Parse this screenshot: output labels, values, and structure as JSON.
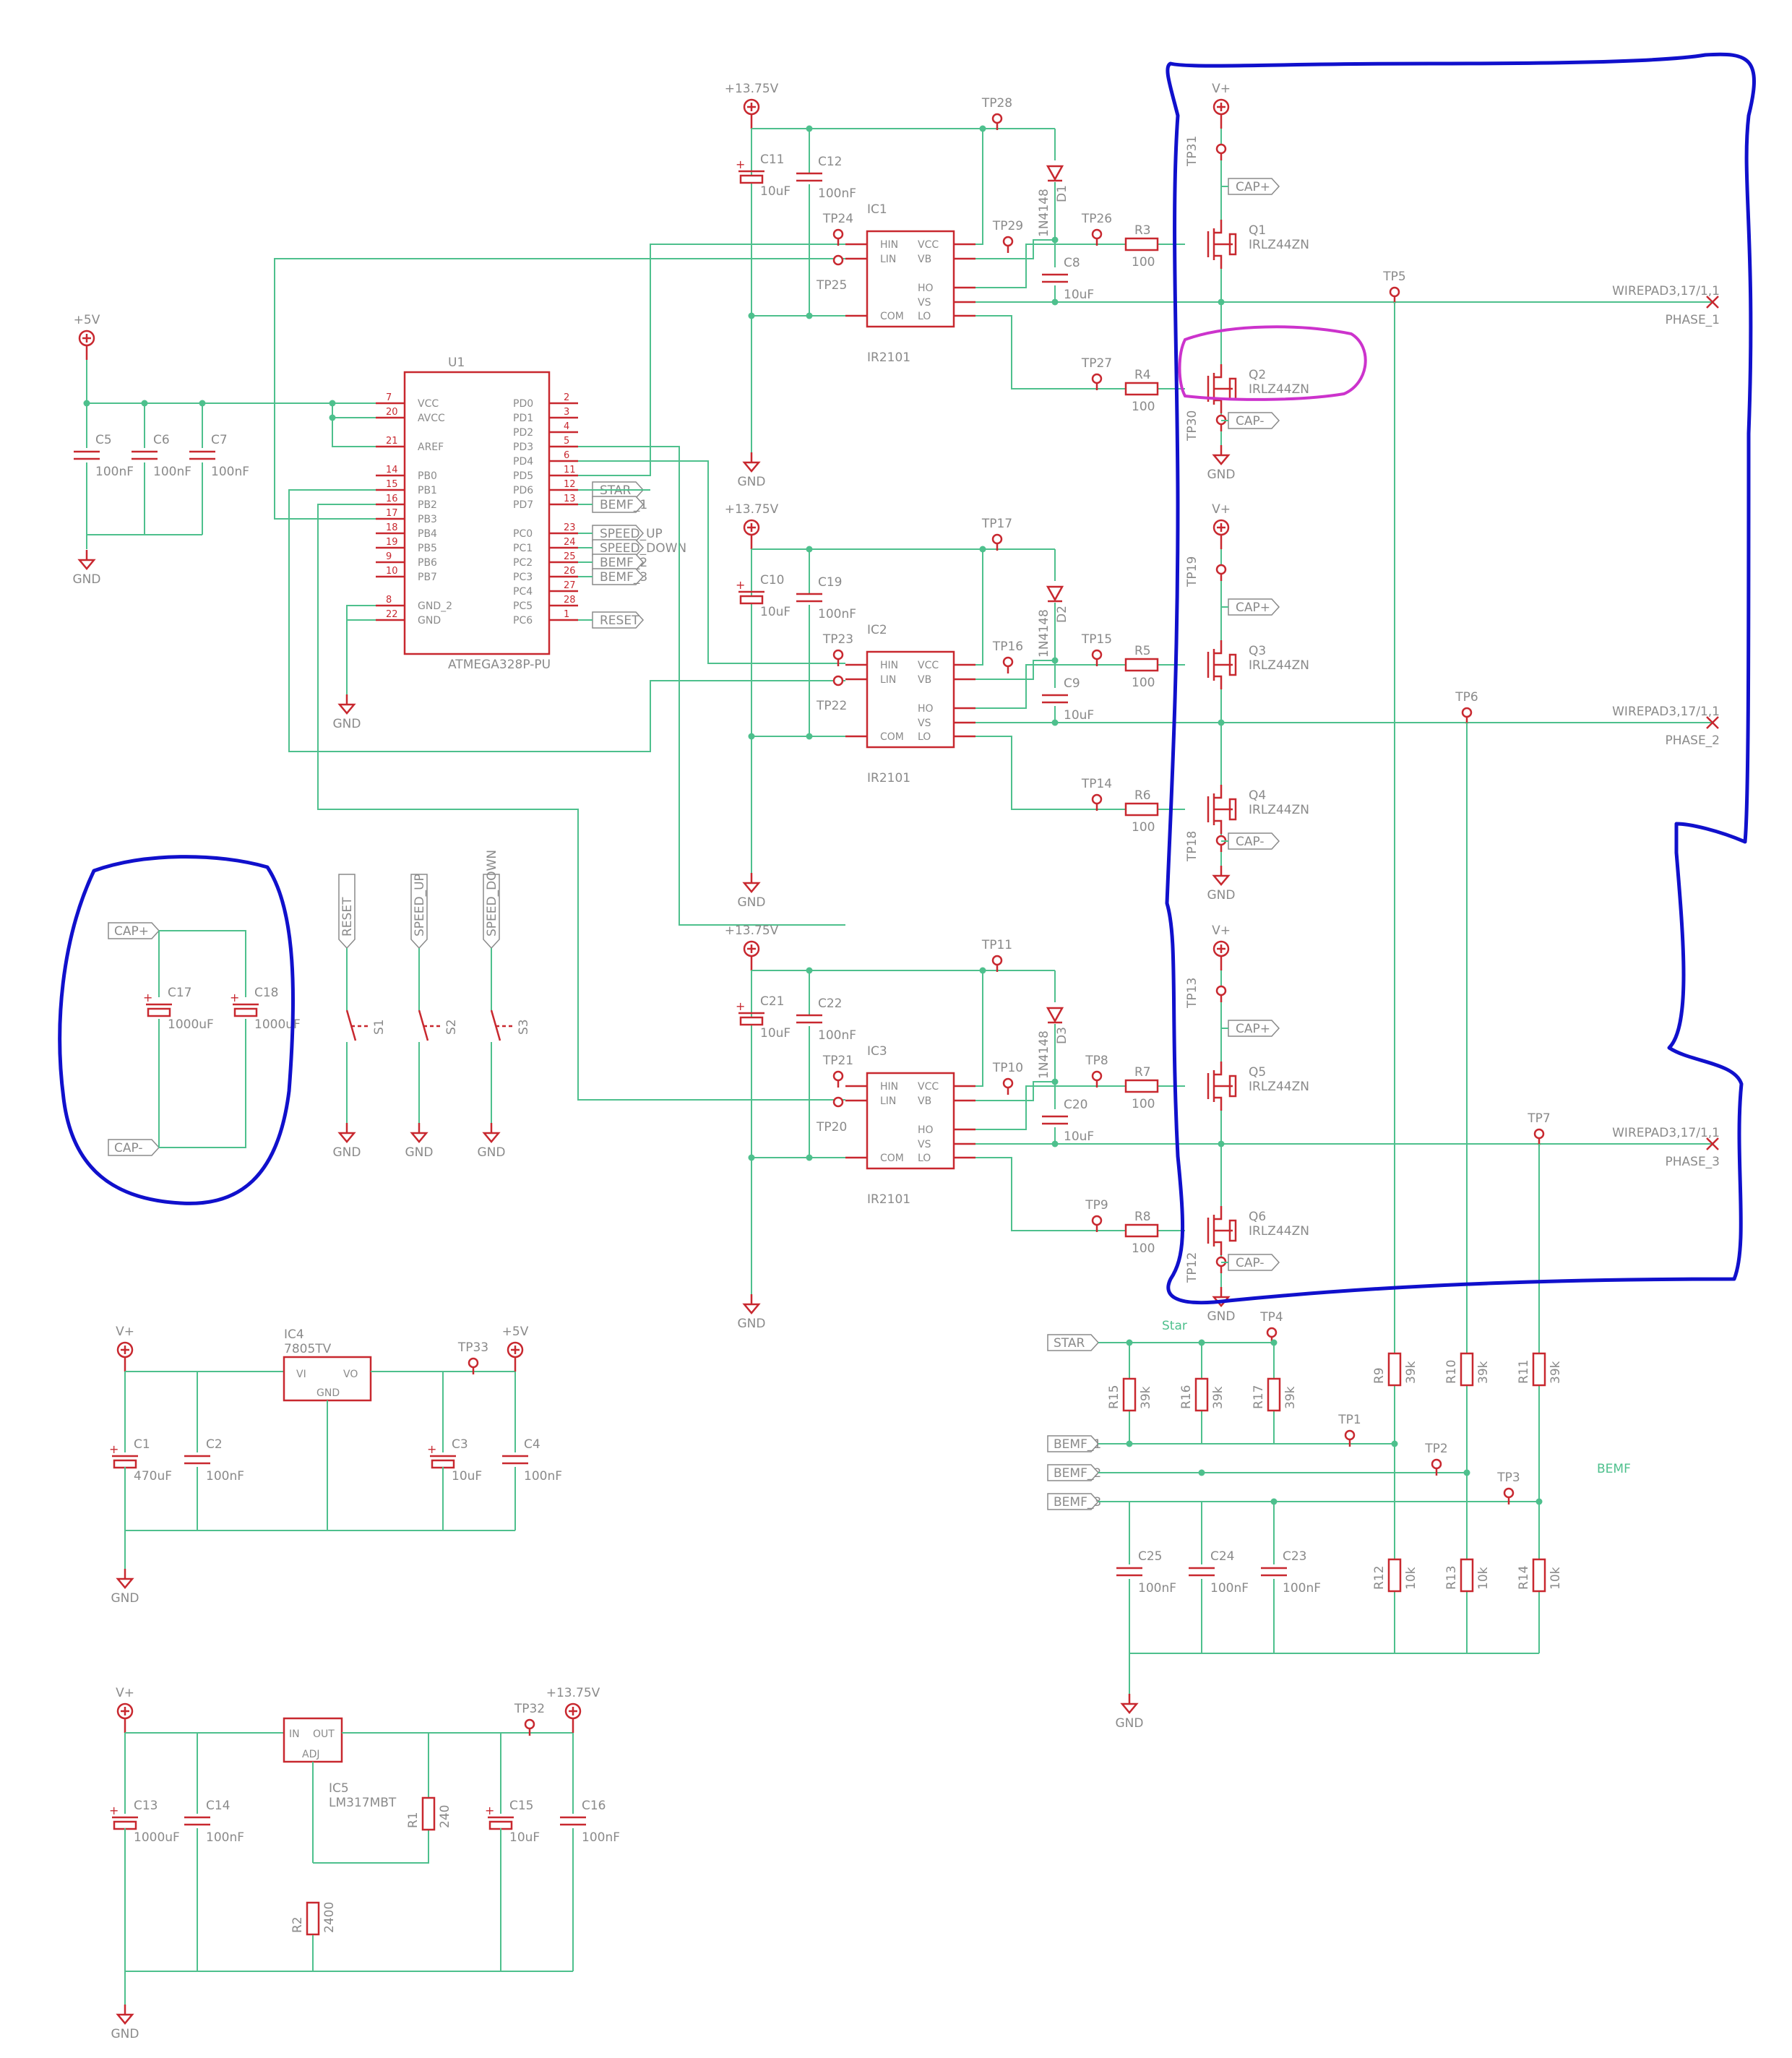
{
  "rails": {
    "v13": "+13.75V",
    "v5": "+5V",
    "vplus": "V+",
    "gnd": "GND"
  },
  "mcu": {
    "ref": "U1",
    "part": "ATMEGA328P-PU",
    "left_pins": [
      {
        "n": "7",
        "name": "VCC"
      },
      {
        "n": "20",
        "name": "AVCC"
      },
      {
        "n": "21",
        "name": "AREF"
      },
      {
        "n": "14",
        "name": "PB0"
      },
      {
        "n": "15",
        "name": "PB1"
      },
      {
        "n": "16",
        "name": "PB2"
      },
      {
        "n": "17",
        "name": "PB3"
      },
      {
        "n": "18",
        "name": "PB4"
      },
      {
        "n": "19",
        "name": "PB5"
      },
      {
        "n": "9",
        "name": "PB6"
      },
      {
        "n": "10",
        "name": "PB7"
      },
      {
        "n": "8",
        "name": "GND_2"
      },
      {
        "n": "22",
        "name": "GND"
      }
    ],
    "right_pins": [
      {
        "n": "2",
        "name": "PD0"
      },
      {
        "n": "3",
        "name": "PD1"
      },
      {
        "n": "4",
        "name": "PD2"
      },
      {
        "n": "5",
        "name": "PD3"
      },
      {
        "n": "6",
        "name": "PD4"
      },
      {
        "n": "11",
        "name": "PD5"
      },
      {
        "n": "12",
        "name": "PD6"
      },
      {
        "n": "13",
        "name": "PD7"
      },
      {
        "n": "23",
        "name": "PC0"
      },
      {
        "n": "24",
        "name": "PC1"
      },
      {
        "n": "25",
        "name": "PC2"
      },
      {
        "n": "26",
        "name": "PC3"
      },
      {
        "n": "27",
        "name": "PC4"
      },
      {
        "n": "28",
        "name": "PC5"
      },
      {
        "n": "1",
        "name": "PC6"
      }
    ],
    "net_labels": [
      "STAR",
      "BEMF_1",
      "SPEED_UP",
      "SPEED_DOWN",
      "BEMF_2",
      "BEMF_3",
      "RESET"
    ]
  },
  "mcu_caps": [
    {
      "ref": "C5",
      "val": "100nF"
    },
    {
      "ref": "C6",
      "val": "100nF"
    },
    {
      "ref": "C7",
      "val": "100nF"
    }
  ],
  "driver_pins": {
    "left": [
      "HIN",
      "LIN",
      "COM"
    ],
    "right": [
      "VCC",
      "VB",
      "HO",
      "VS",
      "LO"
    ]
  },
  "stages": [
    {
      "ic": "IC1",
      "part": "IR2101",
      "c_el": "C11",
      "c_el_val": "10uF",
      "c_cer": "C12",
      "c_cer_val": "100nF",
      "tp_vcc": "TP28",
      "tp_hin": "TP24",
      "tp_lin": "TP25",
      "tp_vb": "TP29",
      "diode": "D1",
      "diode_part": "1N4148",
      "c_boot": "C8",
      "c_boot_val": "10uF",
      "tp_hi": "TP26",
      "r_hi": "R3",
      "r_hi_val": "100",
      "tp_lo": "TP27",
      "r_lo": "R4",
      "r_lo_val": "100",
      "q_hi": "Q1",
      "q_lo": "Q2",
      "q_part": "IRLZ44ZN",
      "tp_top": "TP31",
      "tp_bot": "TP30",
      "cap_p": "CAP+",
      "cap_m": "CAP-",
      "tp_phase": "TP5",
      "wire": "WIREPAD3,17/1,1",
      "phase": "PHASE_1"
    },
    {
      "ic": "IC2",
      "part": "IR2101",
      "c_el": "C10",
      "c_el_val": "10uF",
      "c_cer": "C19",
      "c_cer_val": "100nF",
      "tp_vcc": "TP17",
      "tp_hin": "TP23",
      "tp_lin": "TP22",
      "tp_vb": "TP16",
      "diode": "D2",
      "diode_part": "1N4148",
      "c_boot": "C9",
      "c_boot_val": "10uF",
      "tp_hi": "TP15",
      "r_hi": "R5",
      "r_hi_val": "100",
      "tp_lo": "TP14",
      "r_lo": "R6",
      "r_lo_val": "100",
      "q_hi": "Q3",
      "q_lo": "Q4",
      "q_part": "IRLZ44ZN",
      "tp_top": "TP19",
      "tp_bot": "TP18",
      "cap_p": "CAP+",
      "cap_m": "CAP-",
      "tp_phase": "TP6",
      "wire": "WIREPAD3,17/1,1",
      "phase": "PHASE_2"
    },
    {
      "ic": "IC3",
      "part": "IR2101",
      "c_el": "C21",
      "c_el_val": "10uF",
      "c_cer": "C22",
      "c_cer_val": "100nF",
      "tp_vcc": "TP11",
      "tp_hin": "TP21",
      "tp_lin": "TP20",
      "tp_vb": "TP10",
      "diode": "D3",
      "diode_part": "1N4148",
      "c_boot": "C20",
      "c_boot_val": "10uF",
      "tp_hi": "TP8",
      "r_hi": "R7",
      "r_hi_val": "100",
      "tp_lo": "TP9",
      "r_lo": "R8",
      "r_lo_val": "100",
      "q_hi": "Q5",
      "q_lo": "Q6",
      "q_part": "IRLZ44ZN",
      "tp_top": "TP13",
      "tp_bot": "TP12",
      "cap_p": "CAP+",
      "cap_m": "CAP-",
      "tp_phase": "TP7",
      "wire": "WIREPAD3,17/1,1",
      "phase": "PHASE_3"
    }
  ],
  "bulk": {
    "cap_p": "CAP+",
    "cap_m": "CAP-",
    "caps": [
      {
        "ref": "C17",
        "val": "1000uF"
      },
      {
        "ref": "C18",
        "val": "1000uF"
      }
    ]
  },
  "switches": [
    {
      "ref": "S1",
      "net": "RESET"
    },
    {
      "ref": "S2",
      "net": "SPEED_UP"
    },
    {
      "ref": "S3",
      "net": "SPEED_DOWN"
    }
  ],
  "reg5": {
    "ref": "IC4",
    "part": "7805TV",
    "vi": "VI",
    "vo": "VO",
    "gnd": "GND",
    "tp": "TP33",
    "caps": [
      {
        "ref": "C1",
        "val": "470uF"
      },
      {
        "ref": "C2",
        "val": "100nF"
      },
      {
        "ref": "C3",
        "val": "10uF"
      },
      {
        "ref": "C4",
        "val": "100nF"
      }
    ]
  },
  "reg13": {
    "ref": "IC5",
    "part": "LM317MBT",
    "in": "IN",
    "out": "OUT",
    "adj": "ADJ",
    "tp": "TP32",
    "caps": [
      {
        "ref": "C13",
        "val": "1000uF"
      },
      {
        "ref": "C14",
        "val": "100nF"
      },
      {
        "ref": "C15",
        "val": "10uF"
      },
      {
        "ref": "C16",
        "val": "100nF"
      }
    ],
    "r1": "R1",
    "r1_val": "240",
    "r2": "R2",
    "r2_val": "2400"
  },
  "bemf": {
    "title": "BEMF",
    "star_net": "Star",
    "star": "STAR",
    "tp_star": "TP4",
    "nets": [
      "BEMF_1",
      "BEMF_2",
      "BEMF_3"
    ],
    "tps": [
      "TP1",
      "TP2",
      "TP3"
    ],
    "star_res": [
      {
        "ref": "R15",
        "val": "39k"
      },
      {
        "ref": "R16",
        "val": "39k"
      },
      {
        "ref": "R17",
        "val": "39k"
      }
    ],
    "star_caps": [
      {
        "ref": "C25",
        "val": "100nF"
      },
      {
        "ref": "C24",
        "val": "100nF"
      },
      {
        "ref": "C23",
        "val": "100nF"
      }
    ],
    "top_res": [
      {
        "ref": "R9",
        "val": "39k"
      },
      {
        "ref": "R10",
        "val": "39k"
      },
      {
        "ref": "R11",
        "val": "39k"
      }
    ],
    "bot_res": [
      {
        "ref": "R12",
        "val": "10k"
      },
      {
        "ref": "R13",
        "val": "10k"
      },
      {
        "ref": "R14",
        "val": "10k"
      }
    ]
  },
  "colors": {
    "wire": "#4ec08d",
    "symbol": "#c8282f",
    "label": "#8a8a8a",
    "annotation_blue": "#1010cc",
    "annotation_magenta": "#cc33cc"
  }
}
